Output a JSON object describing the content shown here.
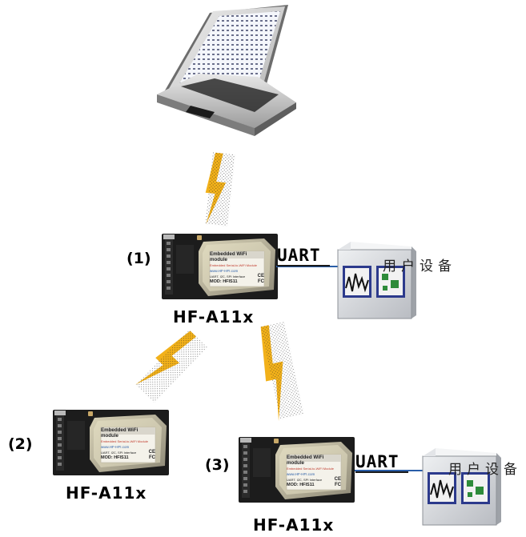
{
  "nodes": [
    {
      "index": "(1)",
      "model": "HF-A11x",
      "interface": "UART",
      "device": "用户设备"
    },
    {
      "index": "(2)",
      "model": "HF-A11x"
    },
    {
      "index": "(3)",
      "model": "HF-A11x",
      "interface": "UART",
      "device": "用户设备"
    }
  ],
  "module_label": {
    "title": "Embedded WiFi module",
    "subtitle": "Embedded Serial-to-WiFi Module",
    "url": "www.HF-HFI.com",
    "interfaces": "UART, I2C, SPI Interface",
    "mod": "MOD: HFIS11",
    "ce": "CE",
    "fc": "FC"
  },
  "colors": {
    "lightning": "#f2b11a",
    "pcb": "#1c1c1c",
    "link_line": "#2a5ea8",
    "device_box": "#d6d8dc"
  },
  "icons": [
    "laptop-icon",
    "wifi-module-icon",
    "user-device-icon",
    "wireless-link-icon"
  ]
}
